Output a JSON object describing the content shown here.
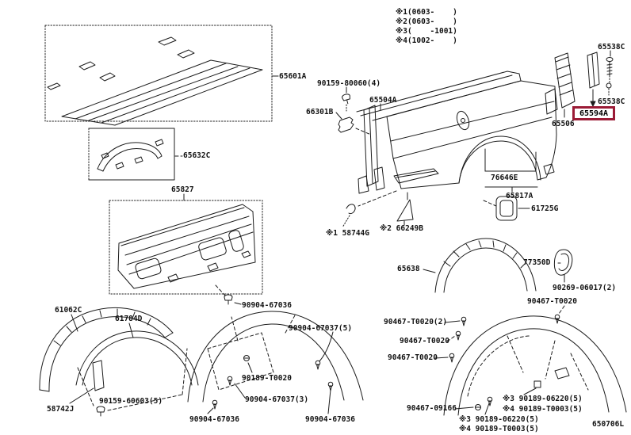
{
  "diagram": {
    "figure_code": "650706L",
    "legend": [
      "※1(0603-    )",
      "※2(0603-    )",
      "※3(    -1001)",
      "※4(1002-    )"
    ],
    "highlighted_part": {
      "number": "65594A",
      "box_color": "#9b1b36"
    },
    "labels": [
      {
        "text": "65601A"
      },
      {
        "text": "90159-80060(4)"
      },
      {
        "text": "66301B"
      },
      {
        "text": "65504A"
      },
      {
        "text": "65632C"
      },
      {
        "text": "65827"
      },
      {
        "text": "76646E"
      },
      {
        "text": "65817A"
      },
      {
        "text": "61725G"
      },
      {
        "text": "※2 66249B"
      },
      {
        "text": "※1 58744G"
      },
      {
        "text": "65638"
      },
      {
        "text": "77350D"
      },
      {
        "text": "65506"
      },
      {
        "text": "65538C"
      },
      {
        "text": "65538C"
      },
      {
        "text": "90269-06017(2)"
      },
      {
        "text": "90467-T0020"
      },
      {
        "text": "90467-T0020(2)"
      },
      {
        "text": "90467-T0020"
      },
      {
        "text": "90467-T0020"
      },
      {
        "text": "90467-09166"
      },
      {
        "text": "※3 90189-06220(5)"
      },
      {
        "text": "※4 90189-T0003(5)"
      },
      {
        "text": "※3 90189-06220(5)"
      },
      {
        "text": "※4 90189-T0003(5)"
      },
      {
        "text": "61062C"
      },
      {
        "text": "61784D"
      },
      {
        "text": "58742J"
      },
      {
        "text": "90159-60603(5)"
      },
      {
        "text": "90904-67036"
      },
      {
        "text": "90904-67037(5)"
      },
      {
        "text": "90189-T0020"
      },
      {
        "text": "90904-67037(3)"
      },
      {
        "text": "90904-67036"
      },
      {
        "text": "90904-67036"
      }
    ]
  }
}
